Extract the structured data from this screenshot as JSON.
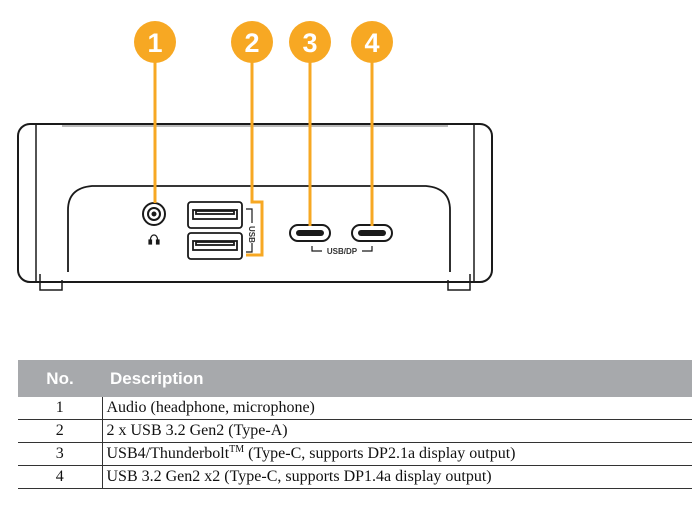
{
  "callouts": [
    {
      "number": "1",
      "port": "audio-jack"
    },
    {
      "number": "2",
      "port": "usb-a-ports"
    },
    {
      "number": "3",
      "port": "usb4-type-c"
    },
    {
      "number": "4",
      "port": "usb32-type-c"
    }
  ],
  "device": {
    "usb_label": "USB",
    "usbdp_label": "USB/DP",
    "headphone_icon": "headphone-icon"
  },
  "colors": {
    "callout": "#f7a823",
    "table_header": "#a7a9ac",
    "device_outline": "#1a1a1a"
  },
  "table": {
    "headers": {
      "no": "No.",
      "description": "Description"
    },
    "rows": [
      {
        "no": "1",
        "description": "Audio (headphone, microphone)"
      },
      {
        "no": "2",
        "description": "2 x USB 3.2 Gen2 (Type-A)"
      },
      {
        "no": "3",
        "description_main": "USB4/Thunderbolt",
        "description_sup": "TM",
        "description_rest": " (Type-C, supports DP2.1a display output)"
      },
      {
        "no": "4",
        "description": "USB 3.2 Gen2 x2 (Type-C, supports DP1.4a display output)"
      }
    ]
  }
}
